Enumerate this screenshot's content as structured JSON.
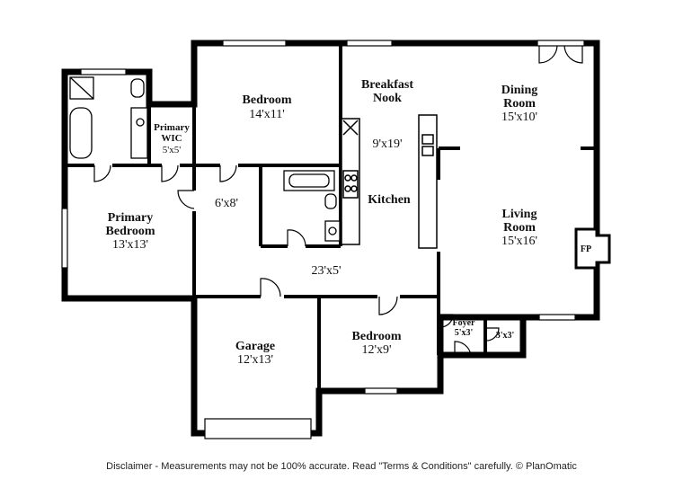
{
  "rooms": {
    "bedroom_top": {
      "name": "Bedroom",
      "dim": "14'x11'"
    },
    "breakfast": {
      "name1": "Breakfast",
      "name2": "Nook"
    },
    "nook_dim": "9'x19'",
    "kitchen": {
      "name": "Kitchen"
    },
    "dining": {
      "name1": "Dining",
      "name2": "Room",
      "dim": "15'x10'"
    },
    "primary_wic": {
      "name1": "Primary",
      "name2": "WIC",
      "dim": "5'x5'"
    },
    "hall_small": {
      "dim": "6'x8'"
    },
    "primary_bedroom": {
      "name1": "Primary",
      "name2": "Bedroom",
      "dim": "13'x13'"
    },
    "living": {
      "name1": "Living",
      "name2": "Room",
      "dim": "15'x16'"
    },
    "fireplace": {
      "label": "FP"
    },
    "hallway": {
      "dim": "23'x5'"
    },
    "garage": {
      "name": "Garage",
      "dim": "12'x13'"
    },
    "bedroom_bottom": {
      "name": "Bedroom",
      "dim": "12'x9'"
    },
    "foyer": {
      "name": "Foyer",
      "dim": "5'x3'"
    },
    "closet": {
      "dim": "3'x3'"
    }
  },
  "disclaimer": "Disclaimer - Measurements may not be 100% accurate. Read \"Terms & Conditions\" carefully. © PlanOmatic"
}
